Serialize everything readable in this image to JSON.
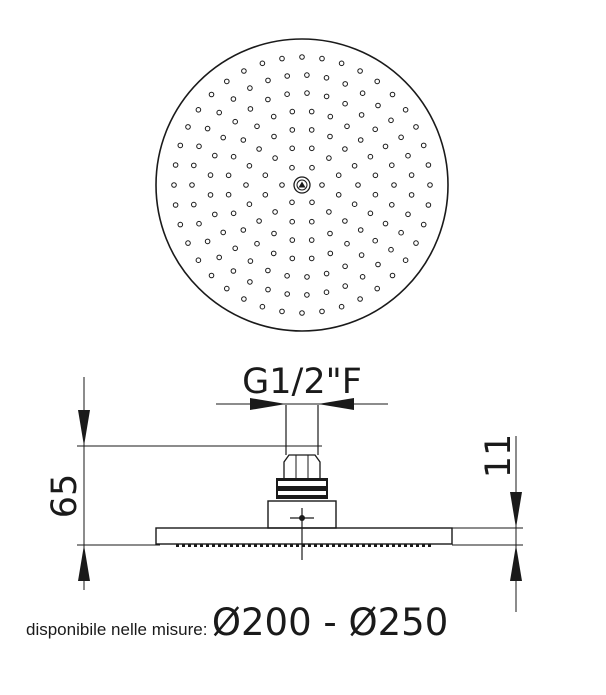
{
  "drawing": {
    "thread_label": "G1/2\"F",
    "height_label": "65",
    "plate_label": "11",
    "availability_text": "disponibile nelle misure:",
    "sizes_text": "Ø200 - Ø250"
  }
}
